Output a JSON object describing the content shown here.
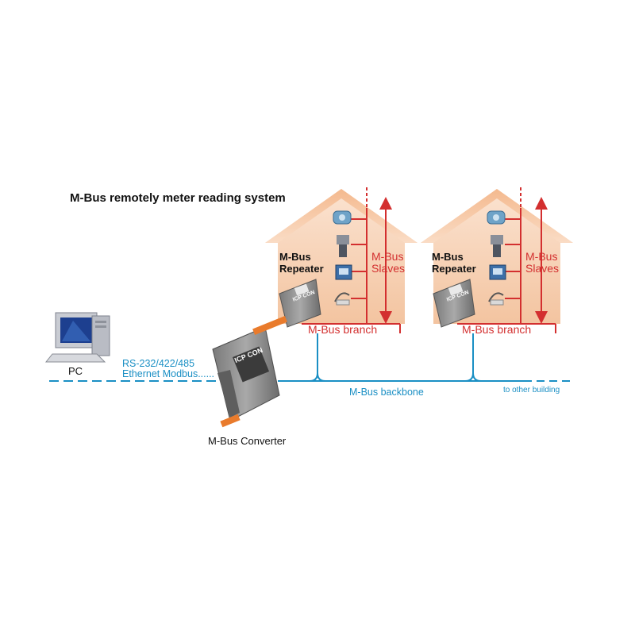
{
  "title": "M-Bus remotely meter reading system",
  "labels": {
    "pc": "PC",
    "rs232": "RS-232/422/485",
    "ethernet": "Ethernet Modbus......",
    "converter": "M-Bus Converter",
    "backbone": "M-Bus backbone",
    "other_building": "to other building"
  },
  "buildings": [
    {
      "repeater_line1": "M-Bus",
      "repeater_line2": "Repeater",
      "slaves_line1": "M-Bus",
      "slaves_line2": "Slaves",
      "branch": "M-Bus branch"
    },
    {
      "repeater_line1": "M-Bus",
      "repeater_line2": "Repeater",
      "slaves_line1": "M-Bus",
      "slaves_line2": "Slaves",
      "branch": "M-Bus branch"
    }
  ],
  "device_marks": {
    "logo": "ICP CON"
  },
  "colors": {
    "bus_line": "#1a8fc4",
    "branch_line": "#d32f2f",
    "house_fill": "#f6c9a4",
    "house_roof": "#efb184"
  }
}
